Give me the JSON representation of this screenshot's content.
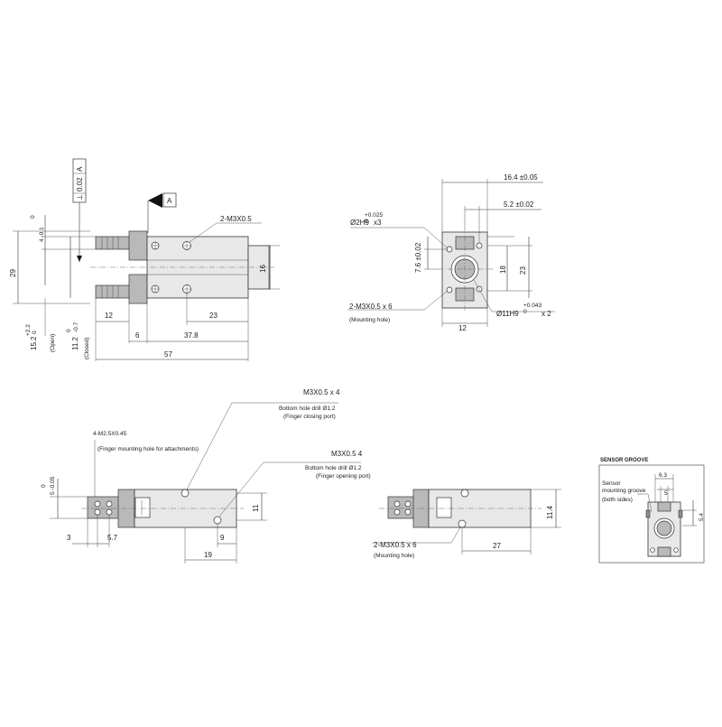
{
  "top_left": {
    "datum": "A",
    "tolerance_symbol": "⊥",
    "tolerance_value": "0.02",
    "tolerance_datum": "A",
    "tol_upper": "0",
    "tol_lower_line": "4 -0.1",
    "dim_29": "29",
    "dim_16": "16",
    "dim_12": "12",
    "dim_23": "23",
    "dim_6": "6",
    "dim_37_8": "37.8",
    "dim_57": "57",
    "open_val": "15.2",
    "open_tol": "+2.2",
    "open_tol_lower": "0",
    "open_label": "(Open)",
    "closed_val": "11.2",
    "closed_tol": "0",
    "closed_tol_lower": "-0.7",
    "closed_label": "(Closed)",
    "thread_callout": "2-M3X0.5"
  },
  "top_right": {
    "dim_16_4": "16.4 ±0.05",
    "dim_5_2": "5.2 ±0.02",
    "pin_tol": "+0.025",
    "pin_tol_lower": "0",
    "pin_hole": "Ø2H9",
    "pin_qty": "x3",
    "dim_7_6": "7.6 ±0.02",
    "dim_18": "18",
    "dim_23": "23",
    "dim_12": "12",
    "mount_thread": "2-M3X0.5 x 6",
    "mount_label": "(Mounting hole)",
    "bore_tol": "+0.043",
    "bore_tol_lower": "0",
    "bore": "Ø11H9",
    "bore_qty": "x 2"
  },
  "bottom_left": {
    "closing_thread": "M3X0.5 x 4",
    "closing_drill": "Bottom hole drill Ø1.2",
    "closing_label": "(Finger closing port)",
    "finger_thread": "4-M2.5X0.45",
    "finger_label": "(Finger mounting hole for attachments)",
    "opening_thread": "M3X0.5   4",
    "opening_drill": "Bottom hole drill Ø1.2",
    "opening_label": "(Finger opening port)",
    "tol_upper": "0",
    "tol_lower_line": "5 -0.05",
    "dim_11": "11",
    "dim_3": "3",
    "dim_5_7": "5.7",
    "dim_9": "9",
    "dim_19": "19"
  },
  "bottom_mid": {
    "dim_11_4": "11.4",
    "dim_27": "27",
    "mount_thread": "2-M3X0.5 x 6",
    "mount_label": "(Mounting hole)"
  },
  "sensor": {
    "title": "SENSOR GROOVE",
    "groove_label": "Sensor",
    "groove_label2": "mounting groove",
    "groove_label3": "(both sides)",
    "dim_6_3": "6.3",
    "dim_5": "5",
    "dim_5_4": "5.4"
  }
}
